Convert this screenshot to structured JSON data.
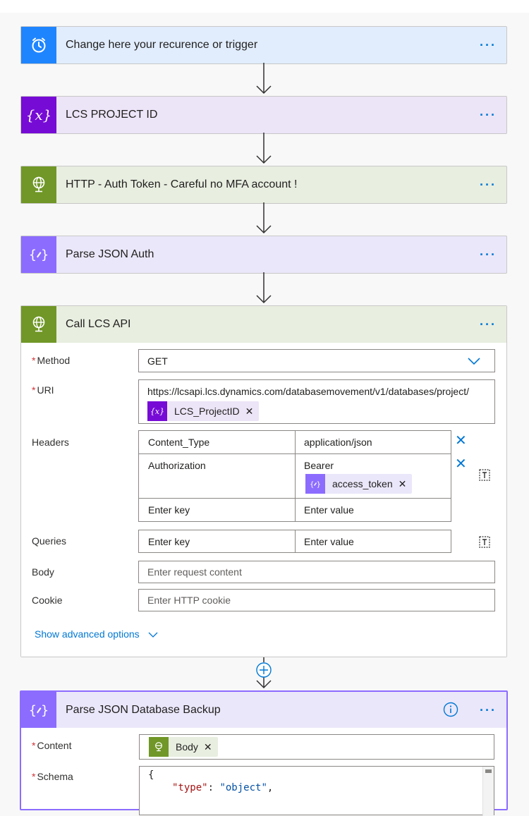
{
  "steps": [
    {
      "title": "Change here your recurence or trigger",
      "icon": "alarm-clock-icon",
      "color": "#1f85ff",
      "bg": "#e1edfd"
    },
    {
      "title": "LCS PROJECT ID",
      "icon": "variable-icon",
      "color": "#770bd6",
      "bg": "#ece4f7"
    },
    {
      "title": "HTTP - Auth Token - Careful no MFA account !",
      "icon": "globe-icon",
      "color": "#709727",
      "bg": "#e8eee0"
    },
    {
      "title": "Parse JSON Auth",
      "icon": "parse-json-icon",
      "color": "#8c6cff",
      "bg": "#ebe7fa"
    }
  ],
  "http_action": {
    "title": "Call LCS API",
    "color": "#709727",
    "bg": "#e8eee0",
    "method_label": "Method",
    "method_value": "GET",
    "uri_label": "URI",
    "uri_value": "https://lcsapi.lcs.dynamics.com/databasemovement/v1/databases/project/",
    "uri_token": "LCS_ProjectID",
    "headers_label": "Headers",
    "headers": [
      {
        "key": "Content_Type",
        "value": "application/json"
      },
      {
        "key": "Authorization",
        "value": "Bearer",
        "token": "access_token"
      }
    ],
    "key_placeholder": "Enter key",
    "value_placeholder": "Enter value",
    "queries_label": "Queries",
    "body_label": "Body",
    "body_placeholder": "Enter request content",
    "cookie_label": "Cookie",
    "cookie_placeholder": "Enter HTTP cookie",
    "advanced_link": "Show advanced options"
  },
  "parse_action": {
    "title": "Parse JSON Database Backup",
    "color": "#8c6cff",
    "bg": "#ebe7fa",
    "content_label": "Content",
    "content_token": "Body",
    "schema_label": "Schema",
    "schema_line1": "{",
    "schema_line2_key": "\"type\"",
    "schema_line2_sep": ": ",
    "schema_line2_val": "\"object\"",
    "schema_line2_end": ","
  },
  "more_label": "···"
}
